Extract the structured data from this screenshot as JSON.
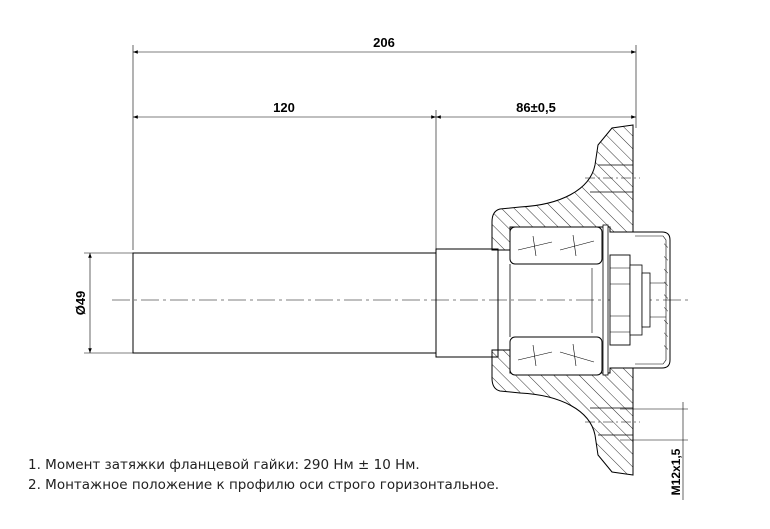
{
  "dimensions": {
    "overall_length": "206",
    "tube_length": "120",
    "hub_length": "86±0,5",
    "tube_diameter": "Ø49",
    "thread": "M12x1,5"
  },
  "notes": [
    "1. Момент затяжки фланцевой гайки: 290 Нм ± 10 Нм.",
    "2. Монтажное положение к профилю оси строго горизонтальное."
  ],
  "colors": {
    "line": "#000000",
    "background": "#ffffff"
  }
}
